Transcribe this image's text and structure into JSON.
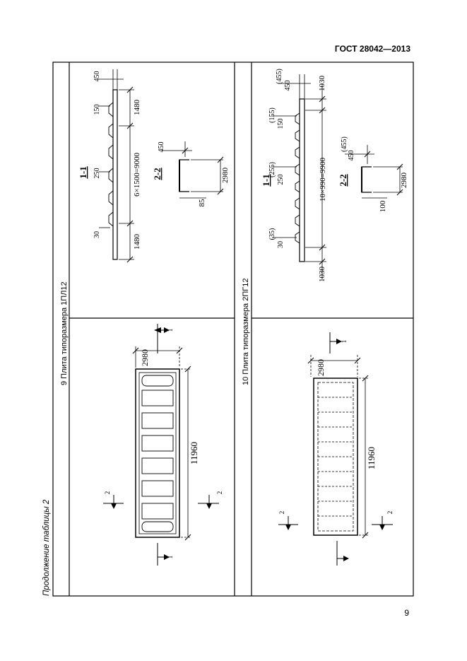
{
  "header": {
    "standard": "ГОСТ 28042—2013"
  },
  "page_number": "9",
  "caption_side": "Продолжение таблицы 2",
  "panels": [
    {
      "caption": "9 Плита типоразмера 1ПЛ12",
      "plan": {
        "length": "11960",
        "width": "2980",
        "cut_1": "1",
        "cut_2": "2"
      },
      "section_1": {
        "label": "1-1",
        "span": "6×1500=9000",
        "end_left": "1480",
        "end_right": "1480",
        "rib_top": "450",
        "rib_150": "150",
        "rib_250": "250",
        "rib_30": "30"
      },
      "section_2": {
        "label": "2-2",
        "width": "2980",
        "rib": "450",
        "thickness": "85"
      }
    },
    {
      "caption": "10 Плита типоразмера 2ПГ12",
      "plan": {
        "length": "11960",
        "width": "2980",
        "cut_1": "1",
        "cut_2": "2"
      },
      "section_1": {
        "label": "1-1",
        "span": "10×990=9900",
        "end_left": "1030",
        "end_right": "1030",
        "rib_top": "450",
        "rib_top_alt": "(455)",
        "rib_150": "150",
        "rib_150_alt": "(155)",
        "rib_250": "250",
        "rib_250_alt": "(255)",
        "rib_30": "30",
        "rib_30_alt": "(35)"
      },
      "section_2": {
        "label": "2-2",
        "width": "2980",
        "rib": "450",
        "rib_alt": "(455)",
        "thickness": "100"
      }
    }
  ]
}
